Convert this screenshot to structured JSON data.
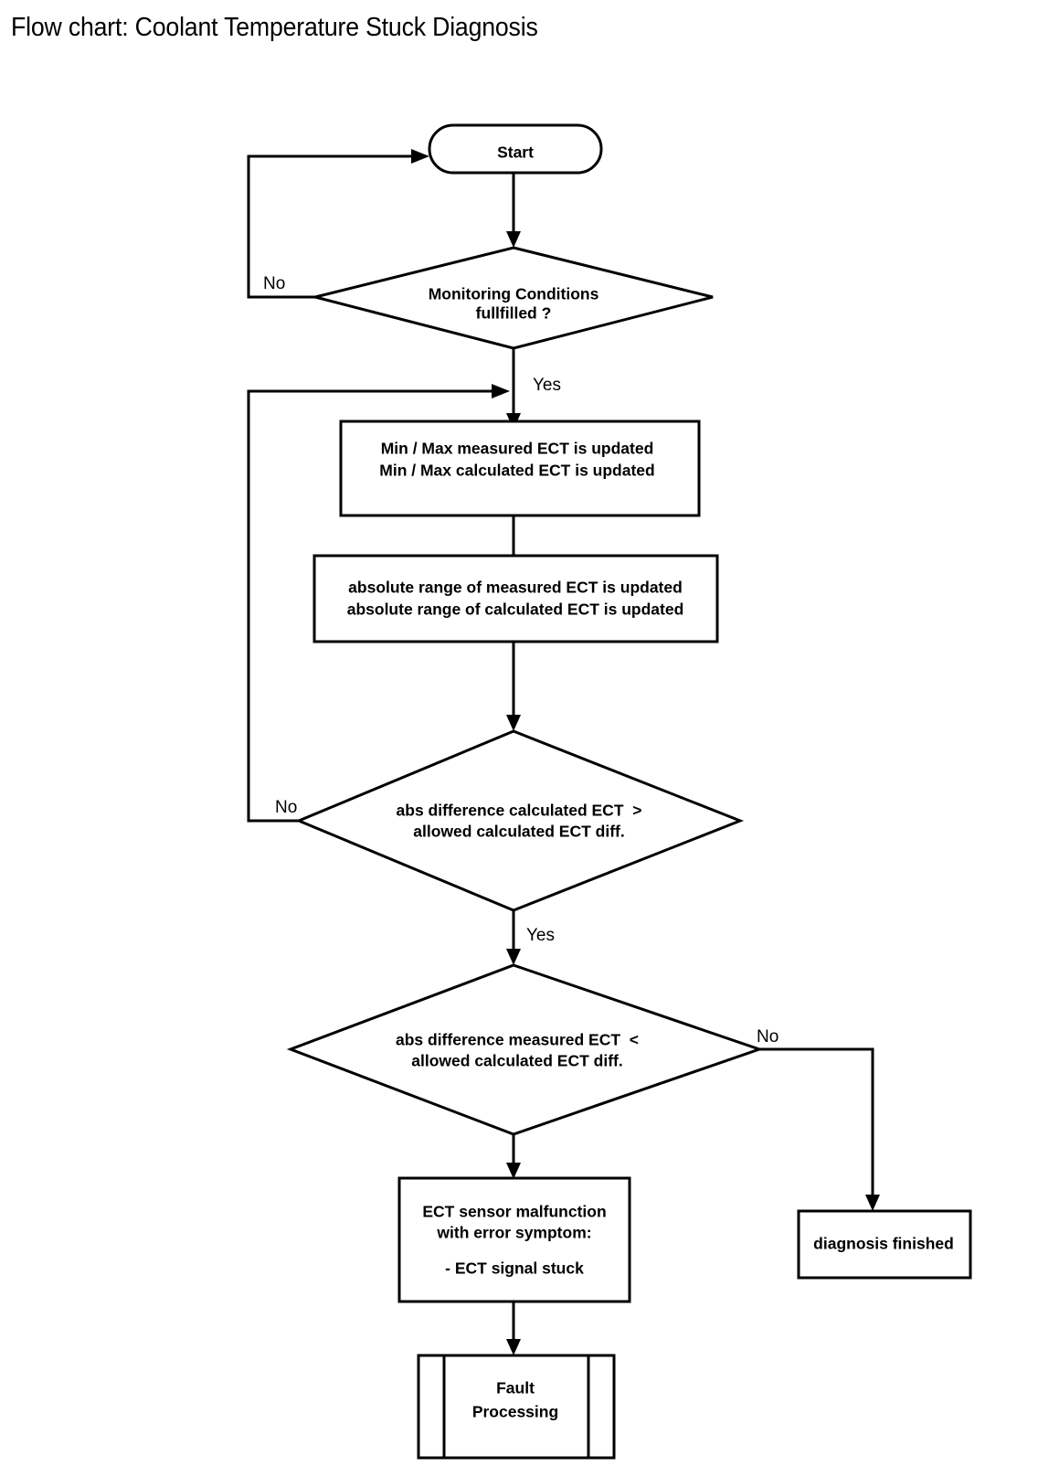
{
  "title": "Flow chart: Coolant Temperature Stuck Diagnosis",
  "chart_data": {
    "type": "diagram",
    "diagram_type": "flowchart",
    "title": "Flow chart: Coolant Temperature Stuck Diagnosis",
    "orientation": "top-to-bottom",
    "nodes": [
      {
        "id": "start",
        "shape": "terminator",
        "label": "Start"
      },
      {
        "id": "monitoring",
        "shape": "decision",
        "label_line1": "Monitoring Conditions",
        "label_line2": "fullfilled ?"
      },
      {
        "id": "minmax",
        "shape": "process",
        "label_line1": "Min / Max measured ECT is updated",
        "label_line2": "Min / Max calculated ECT is updated"
      },
      {
        "id": "absrange",
        "shape": "process",
        "label_line1": "absolute range of measured ECT is updated",
        "label_line2": "absolute range of calculated ECT is updated"
      },
      {
        "id": "calcdiff",
        "shape": "decision",
        "label_line1": "abs difference calculated ECT  >",
        "label_line2": "allowed calculated ECT diff."
      },
      {
        "id": "measdiff",
        "shape": "decision",
        "label_line1": "abs difference measured ECT  <",
        "label_line2": "allowed calculated ECT diff."
      },
      {
        "id": "malfunction",
        "shape": "process",
        "label_line1": "ECT sensor malfunction",
        "label_line2": "with error symptom:",
        "label_line3": "",
        "label_line4": "- ECT signal stuck"
      },
      {
        "id": "faultproc",
        "shape": "predefined-process",
        "label_line1": "Fault",
        "label_line2": "Processing"
      },
      {
        "id": "finished",
        "shape": "process",
        "label": "diagnosis finished"
      }
    ],
    "edges": [
      {
        "from": "start",
        "to": "monitoring",
        "label": ""
      },
      {
        "from": "monitoring",
        "to": "start",
        "label": "No"
      },
      {
        "from": "monitoring",
        "to": "minmax",
        "label": "Yes"
      },
      {
        "from": "minmax",
        "to": "absrange",
        "label": ""
      },
      {
        "from": "absrange",
        "to": "calcdiff",
        "label": ""
      },
      {
        "from": "calcdiff",
        "to": "minmax",
        "label": "No"
      },
      {
        "from": "calcdiff",
        "to": "measdiff",
        "label": "Yes"
      },
      {
        "from": "measdiff",
        "to": "malfunction",
        "label": ""
      },
      {
        "from": "measdiff",
        "to": "finished",
        "label": "No"
      },
      {
        "from": "malfunction",
        "to": "faultproc",
        "label": ""
      }
    ],
    "edge_labels": [
      "No",
      "Yes",
      "No",
      "Yes",
      "No"
    ],
    "colors": {
      "stroke": "#000000",
      "fill": "#ffffff",
      "text": "#000000"
    }
  },
  "nodes": {
    "start": {
      "label": "Start"
    },
    "monitoring": {
      "line1": "Monitoring Conditions",
      "line2": "fullfilled ?"
    },
    "minmax": {
      "line1": "Min / Max measured ECT is updated",
      "line2": "Min / Max calculated ECT is updated"
    },
    "absrange": {
      "line1": "absolute range of measured ECT is updated",
      "line2": "absolute range of calculated ECT is updated"
    },
    "calcdiff": {
      "line1": "abs difference calculated ECT  >",
      "line2": "allowed calculated ECT diff."
    },
    "measdiff": {
      "line1": "abs difference measured ECT  <",
      "line2": "allowed calculated ECT diff."
    },
    "malfunction": {
      "line1": "ECT sensor malfunction",
      "line2": "with error symptom:",
      "line3": "- ECT signal stuck"
    },
    "faultproc": {
      "line1": "Fault",
      "line2": "Processing"
    },
    "finished": {
      "label": "diagnosis finished"
    }
  },
  "labels": {
    "no_monitoring": "No",
    "yes_monitoring": "Yes",
    "no_calcdiff": "No",
    "yes_calcdiff": "Yes",
    "no_measdiff": "No"
  }
}
